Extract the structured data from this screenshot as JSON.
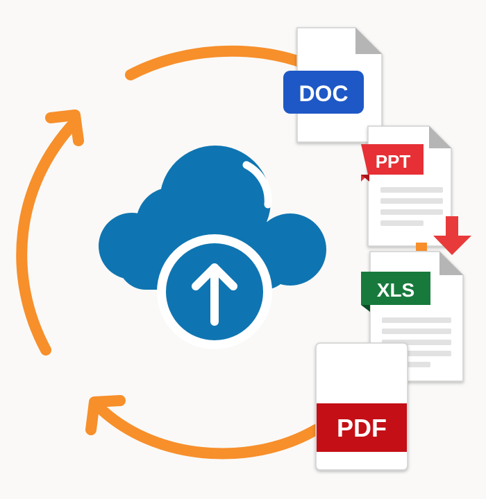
{
  "colors": {
    "background": "#faf9f7",
    "arrows": "#f78f2b",
    "cloud": "#0f75b2",
    "doc": "#1e58c6",
    "ppt": "#e63036",
    "xls": "#177a3c",
    "pdf": "#c40f16",
    "download_arrow": "#e83a3a"
  },
  "icons": {
    "cloud": "cloud-upload-icon",
    "sync": "circular-sync-arrows-icon",
    "download": "download-arrow-icon"
  },
  "files": {
    "doc": {
      "label": "DOC",
      "icon": "doc-file-icon"
    },
    "ppt": {
      "label": "PPT",
      "icon": "ppt-file-icon"
    },
    "xls": {
      "label": "XLS",
      "icon": "xls-file-icon"
    },
    "pdf": {
      "label": "PDF",
      "icon": "pdf-file-icon"
    }
  }
}
